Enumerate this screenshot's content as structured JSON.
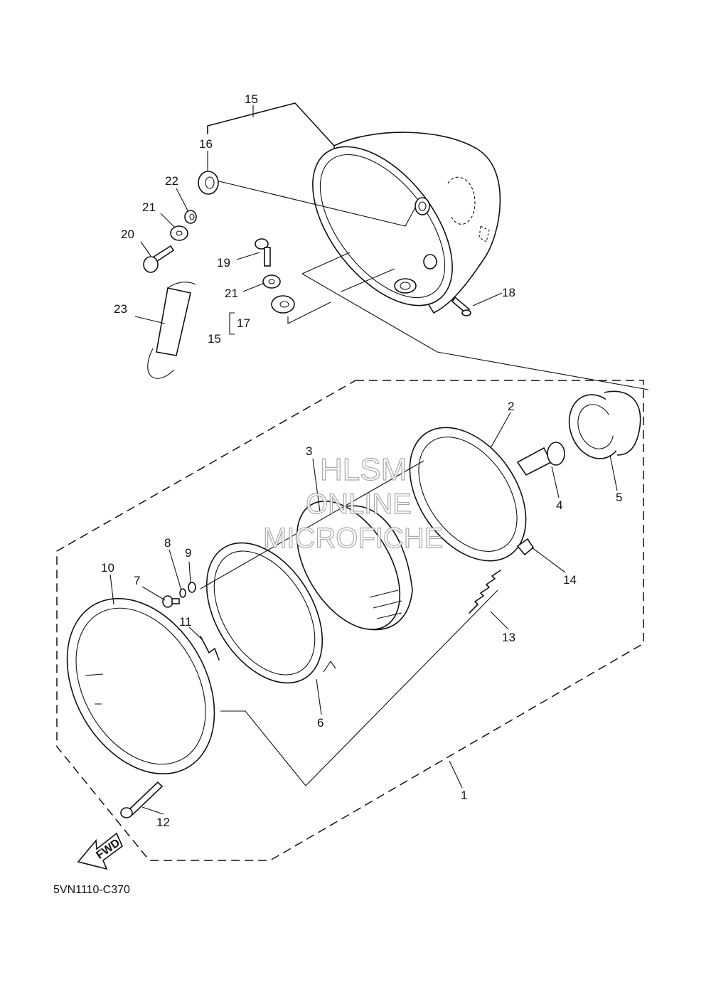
{
  "diagram": {
    "drawing_code": "5VN1110-C370",
    "direction_arrow_label": "FWD",
    "watermark": [
      "HLSM",
      "ONLINE",
      "MICROFICHE"
    ],
    "callouts": {
      "c1": "1",
      "c2": "2",
      "c3": "3",
      "c4": "4",
      "c5": "5",
      "c6": "6",
      "c7": "7",
      "c8": "8",
      "c9": "9",
      "c10": "10",
      "c11": "11",
      "c12": "12",
      "c13": "13",
      "c14": "14",
      "c15a": "15",
      "c15b": "15",
      "c16": "16",
      "c17": "17",
      "c18": "18",
      "c19": "19",
      "c20": "20",
      "c21a": "21",
      "c21b": "21",
      "c22": "22",
      "c23": "23"
    }
  }
}
